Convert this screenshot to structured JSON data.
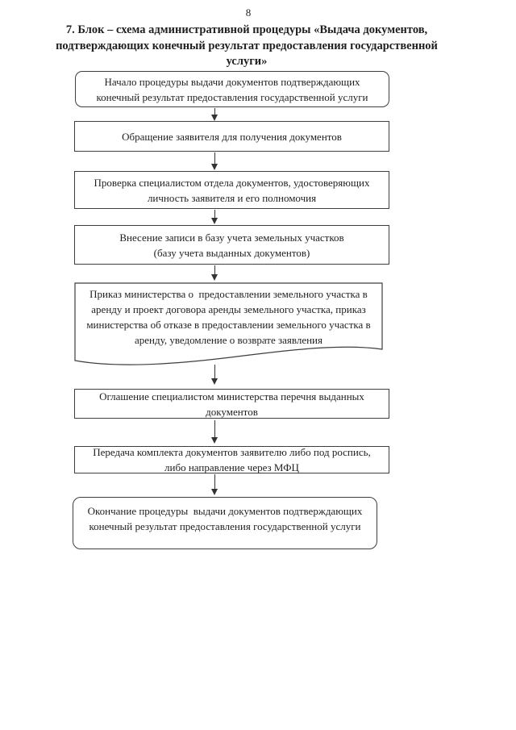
{
  "page": {
    "number": "8"
  },
  "title": {
    "lines": [
      "7. Блок – схема административной процедуры «Выдача документов,",
      "подтверждающих конечный результат предоставления государственной",
      "услуги»"
    ]
  },
  "flowchart": {
    "nodes": [
      {
        "id": "start",
        "shape": "rounded",
        "lines": [
          "Начало процедуры выдачи документов подтверждающих",
          "конечный результат предоставления государственной услуги"
        ]
      },
      {
        "id": "application",
        "shape": "rect",
        "lines": [
          "Обращение заявителя для получения документов"
        ]
      },
      {
        "id": "verification",
        "shape": "rect",
        "lines": [
          "Проверка специалистом отдела документов, удостоверяющих",
          "личность заявителя и его полномочия"
        ]
      },
      {
        "id": "record-entry",
        "shape": "rect",
        "lines": [
          "Внесение записи в базу учета земельных участков",
          "(базу учета выданных документов)"
        ]
      },
      {
        "id": "documents-output",
        "shape": "document",
        "lines": [
          "Приказ министерства о  предоставлении земельного участка в",
          "аренду и проект договора аренды земельного участка, приказ",
          "министерства об отказе в предоставлении земельного участка в",
          "аренду, уведомление о возврате заявления"
        ]
      },
      {
        "id": "announcement",
        "shape": "rect",
        "lines": [
          "Оглашение специалистом министерства перечня выданных",
          "документов"
        ]
      },
      {
        "id": "handover",
        "shape": "rect",
        "lines": [
          "Передача комплекта документов заявителю либо под роспись,",
          "либо направление через МФЦ"
        ]
      },
      {
        "id": "end",
        "shape": "rounded",
        "lines": [
          "Окончание процедуры  выдачи документов подтверждающих",
          "конечный результат предоставления государственной услуги"
        ]
      }
    ]
  },
  "colors": {
    "ink": "#1f1f1f",
    "border": "#3e3e3e",
    "background": "#ffffff"
  }
}
